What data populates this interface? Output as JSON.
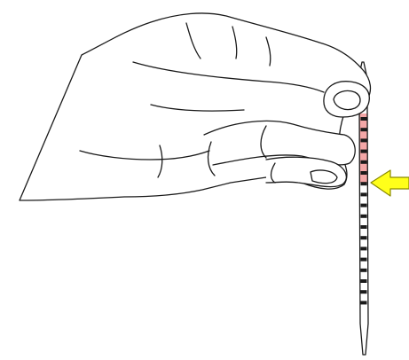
{
  "colors": {
    "background": "#ffffff",
    "outline": "#1a1a1a",
    "liquid_fill": "#f4a7a7",
    "arrow_fill": "#ffff1a",
    "arrow_stroke": "#8a8a00"
  },
  "pipette": {
    "graduation_marks": 18,
    "liquid_level_fraction": 0.3,
    "liquid_marks": 7
  },
  "arrow": {
    "direction": "left",
    "points_to": "liquid-meniscus"
  },
  "icons": {
    "hand": "hand-holding-pipette-icon",
    "arrow": "yellow-arrow-icon"
  }
}
